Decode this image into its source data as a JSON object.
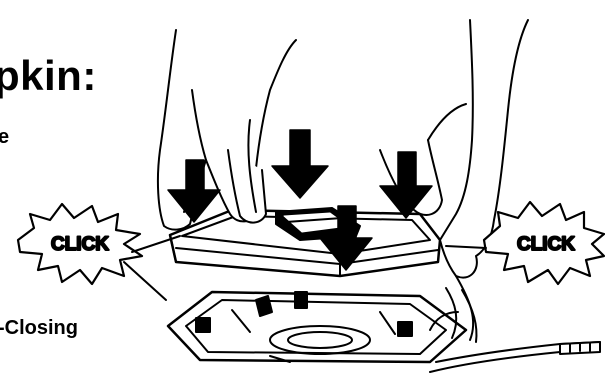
{
  "heading": {
    "text": "pkin:"
  },
  "subtext_top": {
    "text": "e"
  },
  "subtext_bottom": {
    "text": "-Closing"
  },
  "callouts": {
    "left_click": "CLICK",
    "right_click": "CLICK"
  },
  "colors": {
    "ink": "#000000",
    "paper": "#ffffff",
    "shadow": "#1a1a1a"
  },
  "illustration": {
    "subject": "hands pressing a lid onto a base tray with downward arrows and click callouts",
    "arrow_count": 4
  }
}
